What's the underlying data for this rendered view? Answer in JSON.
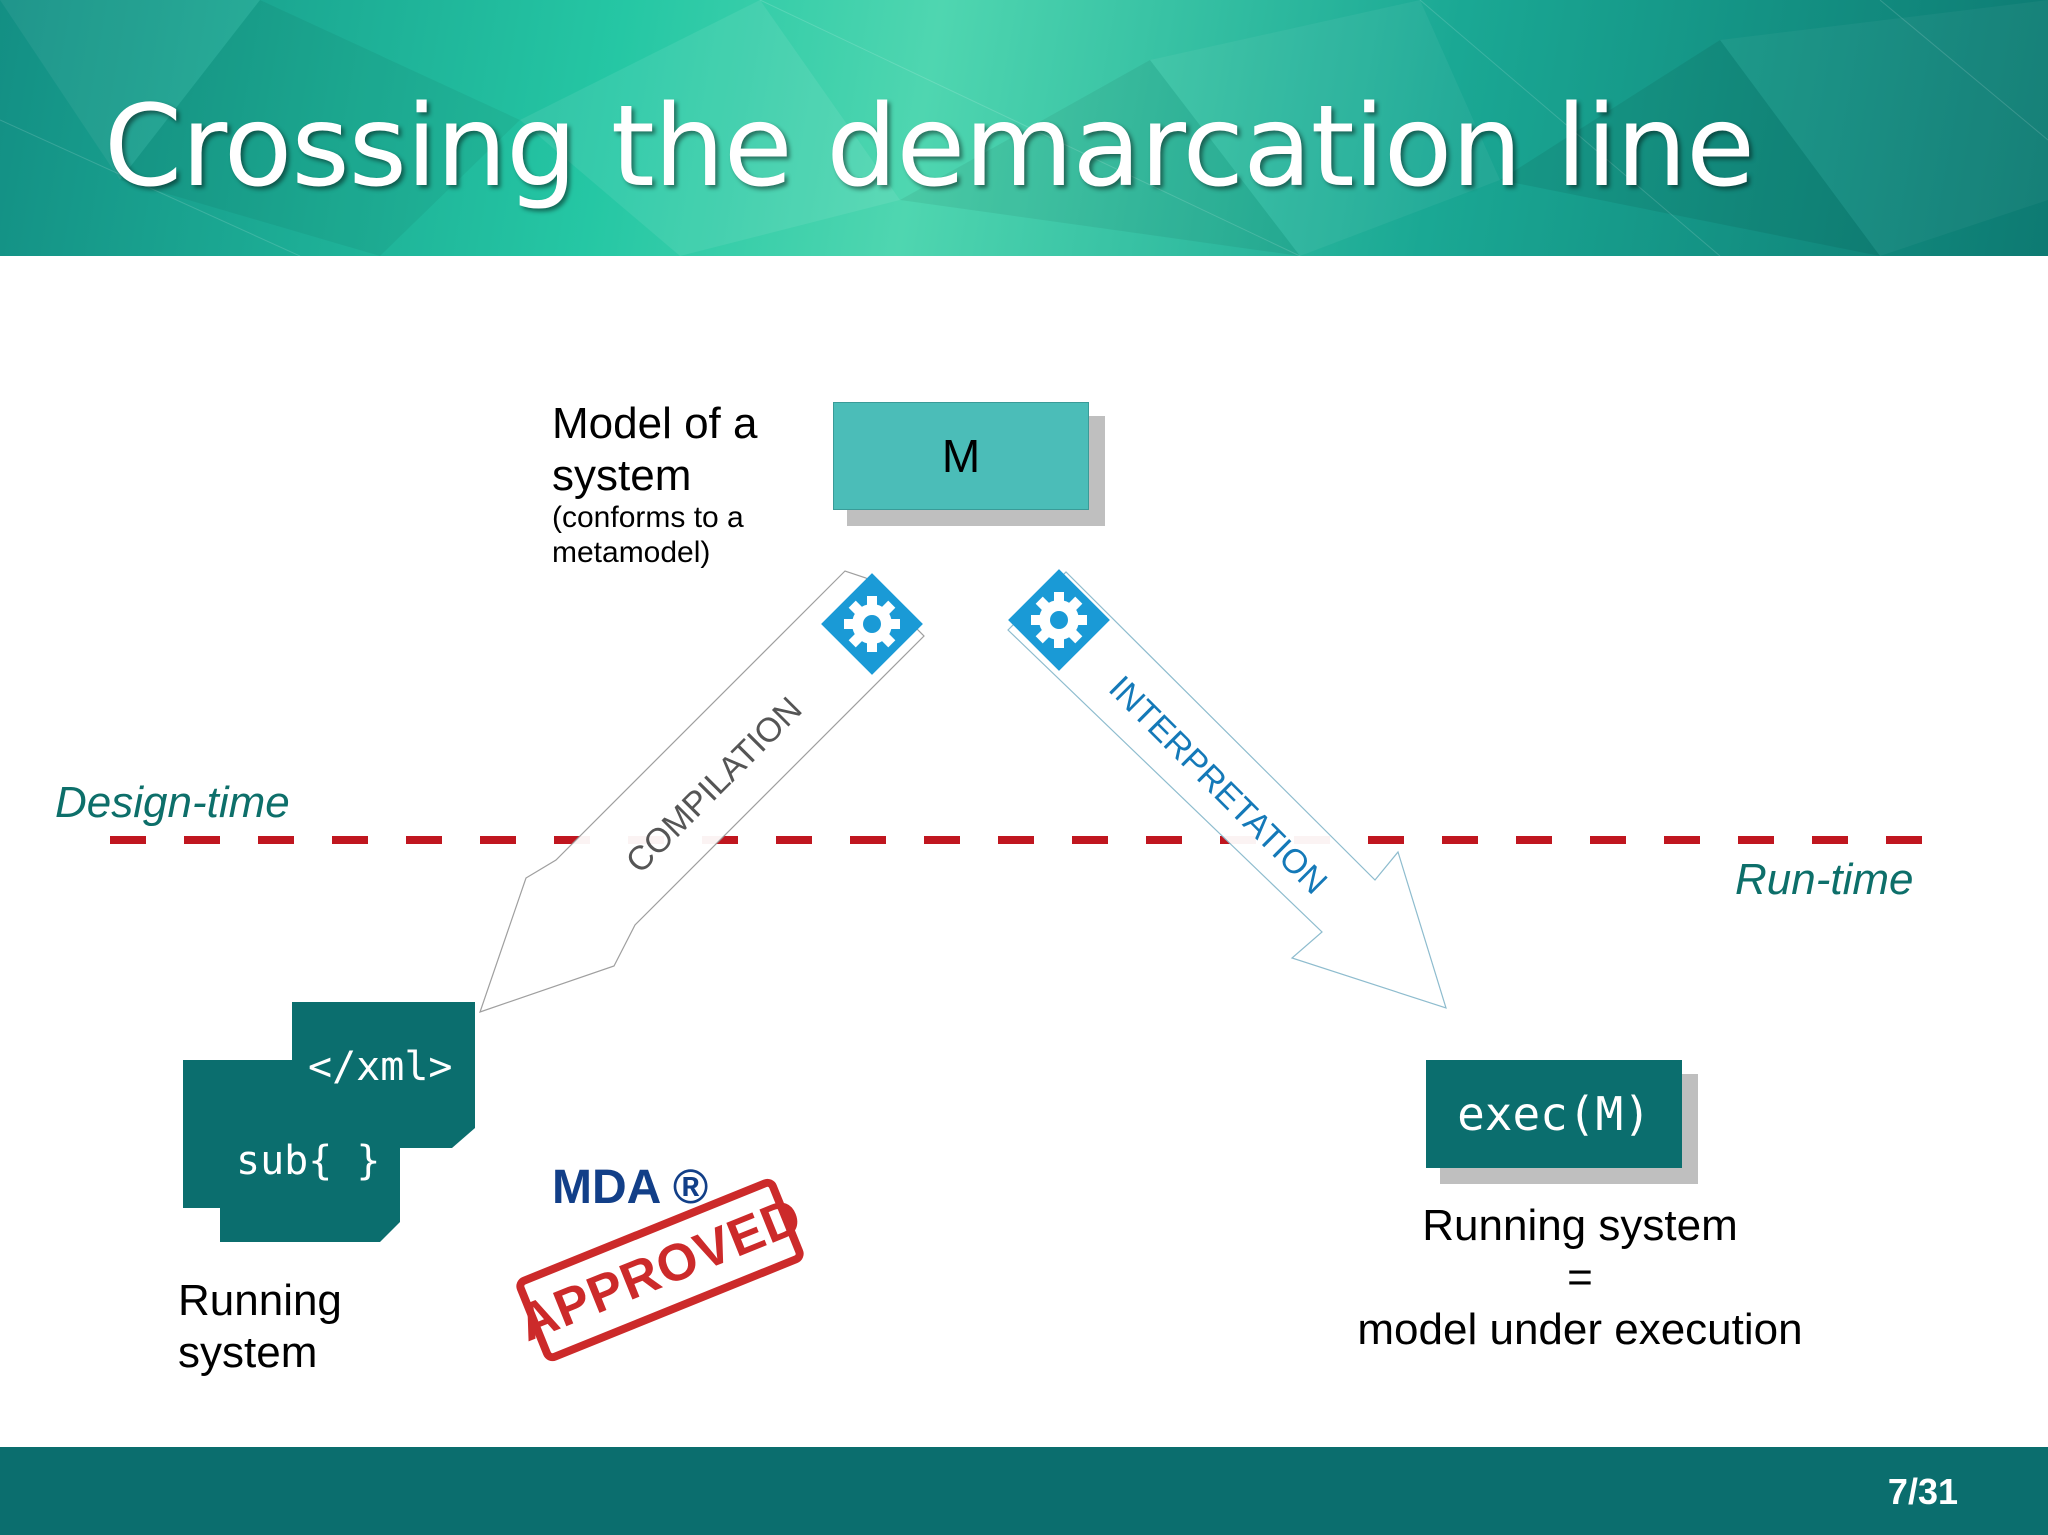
{
  "slide": {
    "title": "Crossing the demarcation line",
    "page_number": "7/31"
  },
  "model": {
    "label_line1": "Model of a",
    "label_line2": "system",
    "note_line1": "(conforms to a",
    "note_line2": "metamodel)",
    "box_text": "M"
  },
  "zones": {
    "design_time": "Design-time",
    "run_time": "Run-time"
  },
  "arrows": {
    "compilation": "COMPILATION",
    "interpretation": "INTERPRETATION"
  },
  "compiled": {
    "code_back": "</xml>",
    "code_front": "sub{ }",
    "caption_line1": "Running",
    "caption_line2": "system",
    "mda_label": "MDA ®",
    "stamp_text": "APPROVED"
  },
  "interpreted": {
    "box_text": "exec(M)",
    "caption_line1": "Running system",
    "caption_line2": "=",
    "caption_line3": "model under execution"
  },
  "colors": {
    "teal_dark": "#0b6e6e",
    "teal_light": "#4bbdb8",
    "demarcation_red": "#c0161f",
    "gear_blue": "#1a9ad6",
    "interpretation_text": "#1479b8",
    "compilation_text": "#555555",
    "stamp_red": "#cc2a2a",
    "mda_blue": "#123f88"
  }
}
